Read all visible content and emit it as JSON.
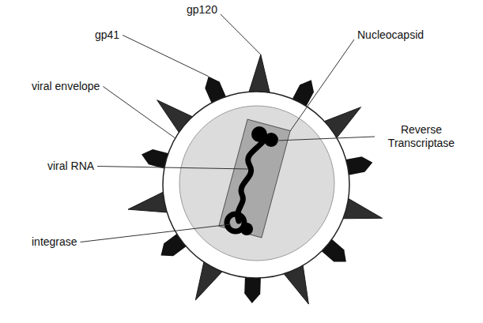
{
  "diagram": {
    "labels": [
      "gp120",
      "gp41",
      "Nucleocapsid",
      "viral envelope",
      "Reverse Transcriptase",
      "viral RNA",
      "integrase"
    ]
  }
}
